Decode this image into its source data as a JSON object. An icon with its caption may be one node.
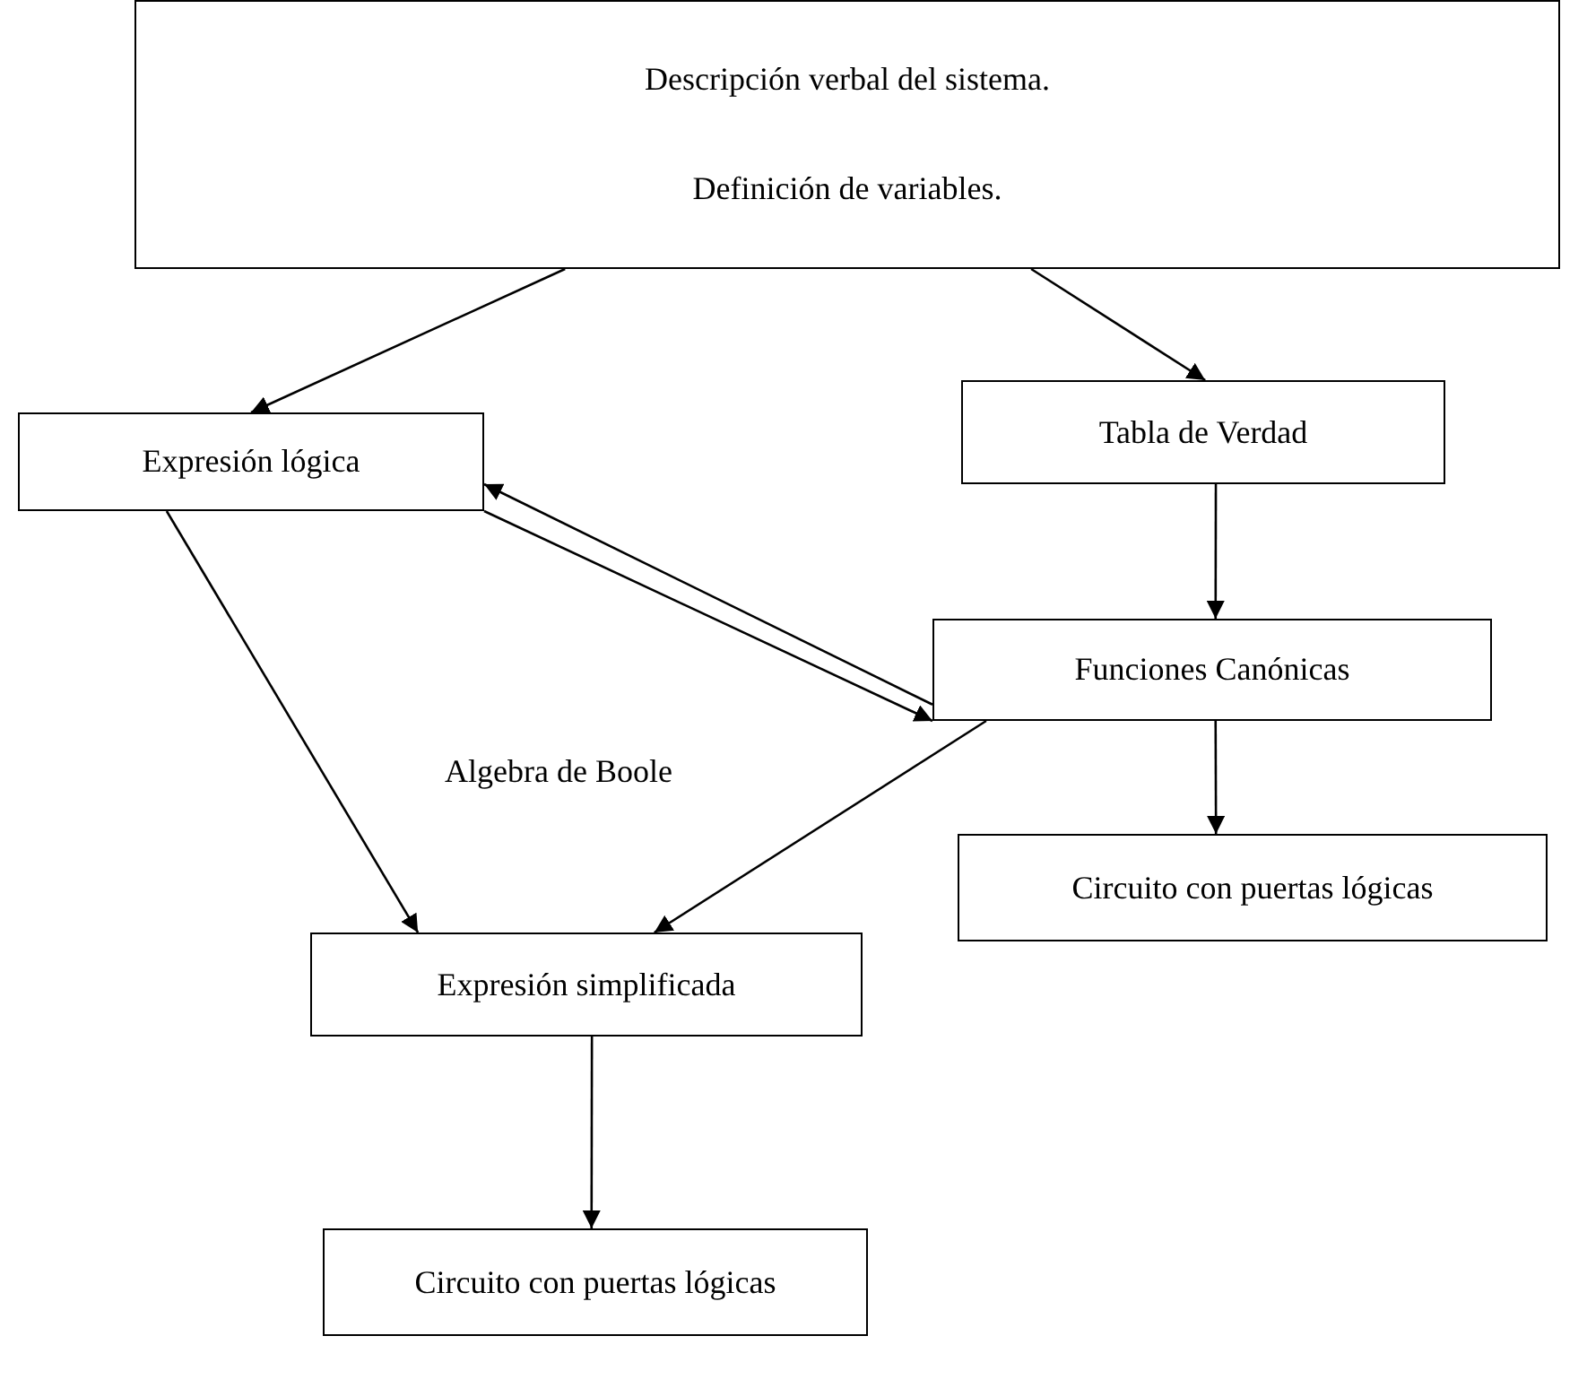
{
  "diagram": {
    "nodes": [
      {
        "text": [
          "Descripción verbal del sistema.",
          "Definición de variables."
        ]
      },
      {
        "text": [
          "Expresión lógica"
        ]
      },
      {
        "text": [
          "Tabla de Verdad"
        ]
      },
      {
        "text": [
          "Funciones Canónicas"
        ]
      },
      {
        "text": [
          "Circuito con puertas lógicas"
        ]
      },
      {
        "text": [
          "Expresión simplificada"
        ]
      },
      {
        "text": [
          "Circuito con puertas lógicas"
        ]
      }
    ],
    "edges": [
      {
        "from": 0,
        "to": 1,
        "arrow": "to"
      },
      {
        "from": 0,
        "to": 2,
        "arrow": "to"
      },
      {
        "from": 1,
        "to": 5,
        "arrow": "to"
      },
      {
        "from": 2,
        "to": 3,
        "arrow": "to"
      },
      {
        "from": 3,
        "to": 1,
        "arrow": "to"
      },
      {
        "from": 1,
        "to": 3,
        "arrow": "to"
      },
      {
        "from": 3,
        "to": 4,
        "arrow": "to"
      },
      {
        "from": 3,
        "to": 5,
        "arrow": "to"
      },
      {
        "from": 5,
        "to": 6,
        "arrow": "to"
      }
    ],
    "labels": [
      "Algebra de Boole"
    ]
  }
}
